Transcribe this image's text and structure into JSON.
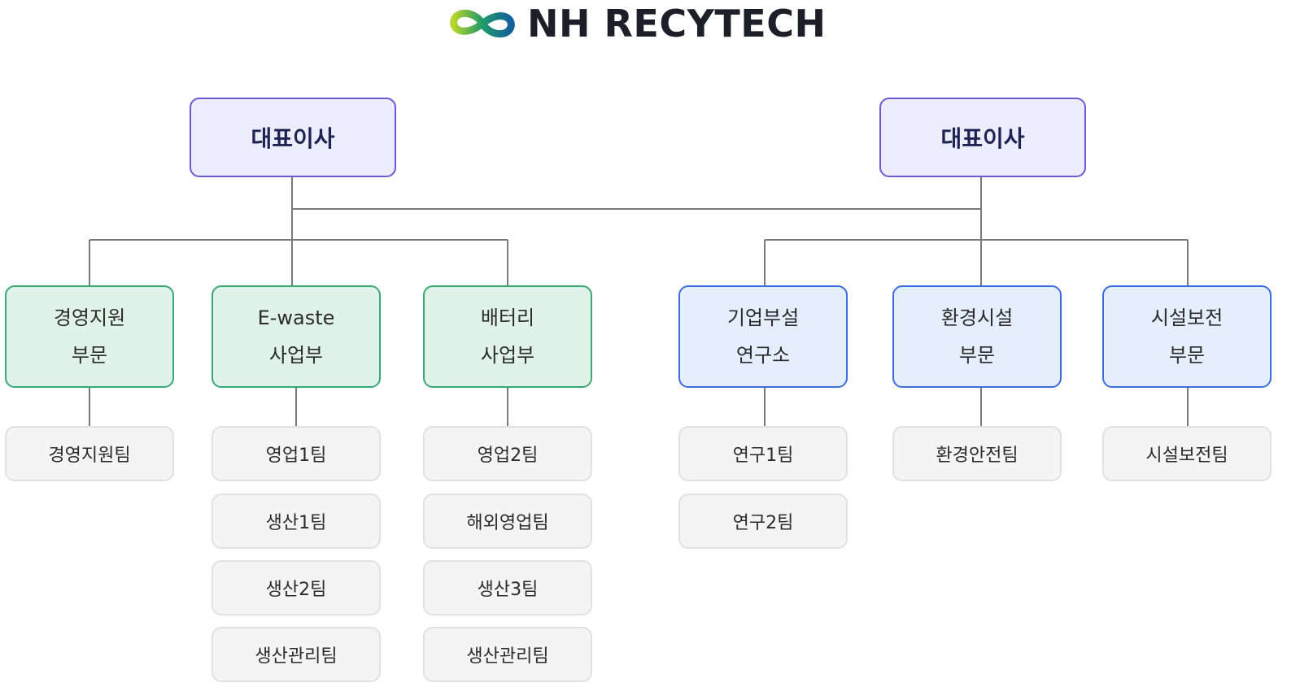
{
  "header": {
    "brand": "NH RECYTECH",
    "logo_icon": "infinity-icon",
    "logo_colors": [
      "#a9cf2b",
      "#1a8c6e",
      "#14619c"
    ]
  },
  "ceos": [
    {
      "label": "대표이사"
    },
    {
      "label": "대표이사"
    }
  ],
  "divisions": [
    {
      "label": "경영지원\n부문",
      "color": "green",
      "teams": [
        "경영지원팀"
      ]
    },
    {
      "label": "E-waste\n사업부",
      "color": "green",
      "teams": [
        "영업1팀",
        "생산1팀",
        "생산2팀",
        "생산관리팀"
      ]
    },
    {
      "label": "배터리\n사업부",
      "color": "green",
      "teams": [
        "영업2팀",
        "해외영업팀",
        "생산3팀",
        "생산관리팀"
      ]
    },
    {
      "label": "기업부설\n연구소",
      "color": "blue",
      "teams": [
        "연구1팀",
        "연구2팀"
      ]
    },
    {
      "label": "환경시설\n부문",
      "color": "blue",
      "teams": [
        "환경안전팀"
      ]
    },
    {
      "label": "시설보전\n부문",
      "color": "blue",
      "teams": [
        "시설보전팀"
      ]
    }
  ],
  "colors": {
    "ceo_fill": "#ececfc",
    "ceo_border": "#6b5bd2",
    "green_fill": "#dff3ea",
    "green_border": "#3aa873",
    "blue_fill": "#e5eefc",
    "blue_border": "#3c6ddc",
    "team_fill": "#f4f4f4",
    "team_border": "#e1e1e1",
    "connector": "#7a7a7a"
  }
}
